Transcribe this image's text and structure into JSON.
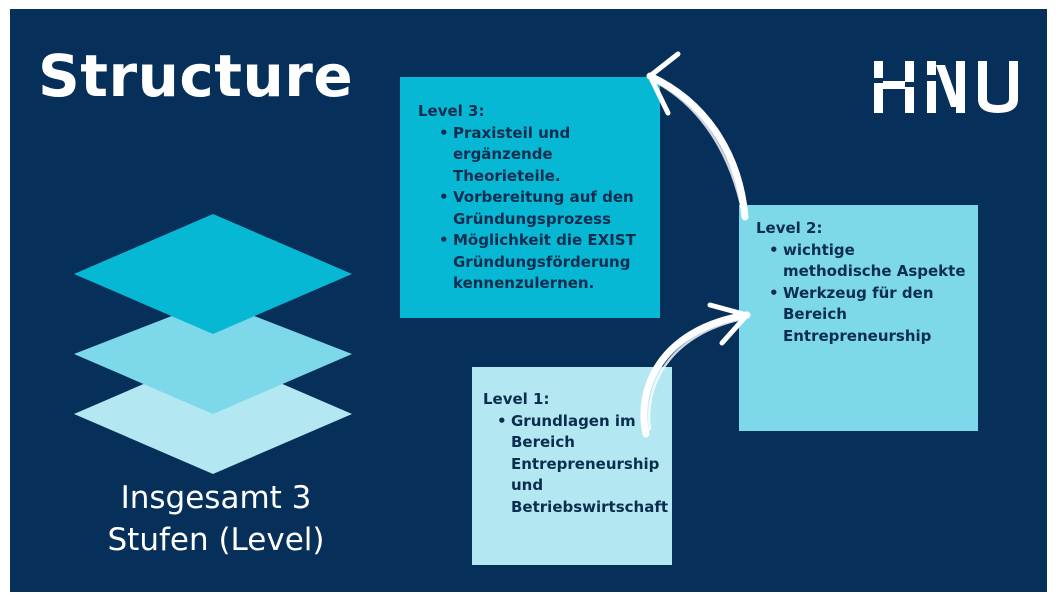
{
  "title": "Structure",
  "logo_text": "HNU",
  "caption": {
    "line1": "Insgesamt 3",
    "line2": "Stufen (Level)"
  },
  "level3": {
    "heading": "Level 3:",
    "items": [
      " Praxisteil und ergänzende Theorieteile.",
      "Vorbereitung  auf den Gründungsprozess",
      "Möglichkeit die EXIST Gründungsförderung kennenzulernen."
    ]
  },
  "level2": {
    "heading": "Level  2:",
    "items": [
      "wichtige methodische Aspekte",
      "Werkzeug für den Bereich Entrepreneurship"
    ]
  },
  "level1": {
    "heading": "Level  1:",
    "items": [
      "Grundlagen im Bereich Entrepreneurship und Betriebswirtschaft"
    ]
  },
  "colors": {
    "background": "#06305a",
    "level3": "#07b8d5",
    "level2": "#7dd8ea",
    "level1": "#b3e7f2",
    "text_dark": "#0b2d4f"
  },
  "icons": [
    "layers-icon",
    "curved-arrow-icon"
  ]
}
